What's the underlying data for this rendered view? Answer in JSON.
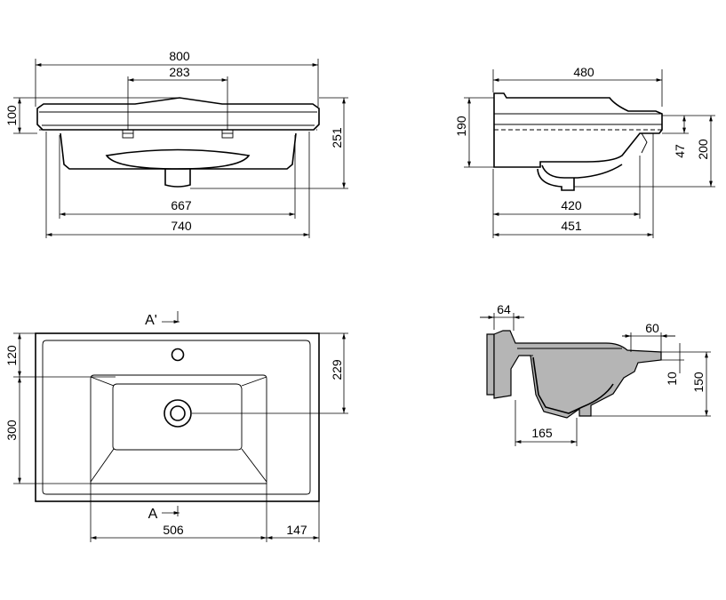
{
  "dimensions": {
    "front_overall_width": "800",
    "front_tap_spacing": "283",
    "front_rim_height": "100",
    "front_total_height": "251",
    "front_bowl_width": "667",
    "front_base_width": "740",
    "side_overall_depth": "480",
    "side_back_height": "190",
    "side_rim_height": "47",
    "side_total_height": "200",
    "side_bowl_depth": "420",
    "side_base_depth": "451",
    "top_tap_offset": "120",
    "top_drain_offset": "229",
    "top_bowl_length": "300",
    "top_bowl_width": "506",
    "top_side_margin": "147",
    "section_wall": "64",
    "section_rim_width": "60",
    "section_rim_thickness": "10",
    "section_depth": "150",
    "section_drain_offset": "165"
  },
  "section_labels": {
    "upper": "A'",
    "lower": "A"
  }
}
